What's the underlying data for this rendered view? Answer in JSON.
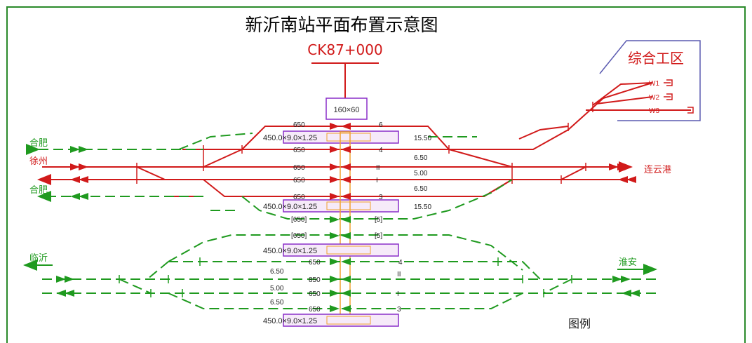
{
  "title": "新沂南站平面布置示意图",
  "mileage": "CK87+000",
  "station_building": "160×60",
  "depot_label": "综合工区",
  "depot_tracks": [
    "W1",
    "W2",
    "W3"
  ],
  "legend_label": "图例",
  "colors": {
    "frame": "#2a8a2a",
    "existing_line": "#d11a1a",
    "new_line": "#1f9a1f",
    "platform": "#8a2fc9",
    "platform_fill": "#f6eaf9",
    "overpass": "#f0a030",
    "depot_border": "#5a5ab0"
  },
  "destinations": {
    "hefei_top": "合肥",
    "xuzhou": "徐州",
    "hefei_bottom": "合肥",
    "lianyungang": "连云港",
    "linyi": "临沂",
    "huaian": "淮安"
  },
  "upper_yard": {
    "tracks": [
      {
        "name": "6",
        "length": "650",
        "spacing": ""
      },
      {
        "name": "4",
        "length": "650",
        "spacing": "15.50"
      },
      {
        "name": "II",
        "length": "650",
        "spacing": "6.50"
      },
      {
        "name": "I",
        "length": "650",
        "spacing": "5.00"
      },
      {
        "name": "3",
        "length": "650",
        "spacing": "6.50"
      },
      {
        "name": "[5]",
        "length": "[650]",
        "spacing": "15.50"
      },
      {
        "name": "[5]",
        "length": "[650]",
        "spacing": ""
      }
    ],
    "platforms": [
      "450.0×9.0×1.25",
      "450.0×9.0×1.25"
    ]
  },
  "lower_yard": {
    "tracks": [
      {
        "name": "4",
        "length": "650",
        "spacing": ""
      },
      {
        "name": "II",
        "length": "850",
        "spacing": "6.50"
      },
      {
        "name": "I",
        "length": "650",
        "spacing": "5.00"
      },
      {
        "name": "3",
        "length": "650",
        "spacing": "6.50"
      }
    ],
    "platforms": [
      "450.0×9.0×1.25",
      "450.0×9.0×1.25"
    ]
  }
}
